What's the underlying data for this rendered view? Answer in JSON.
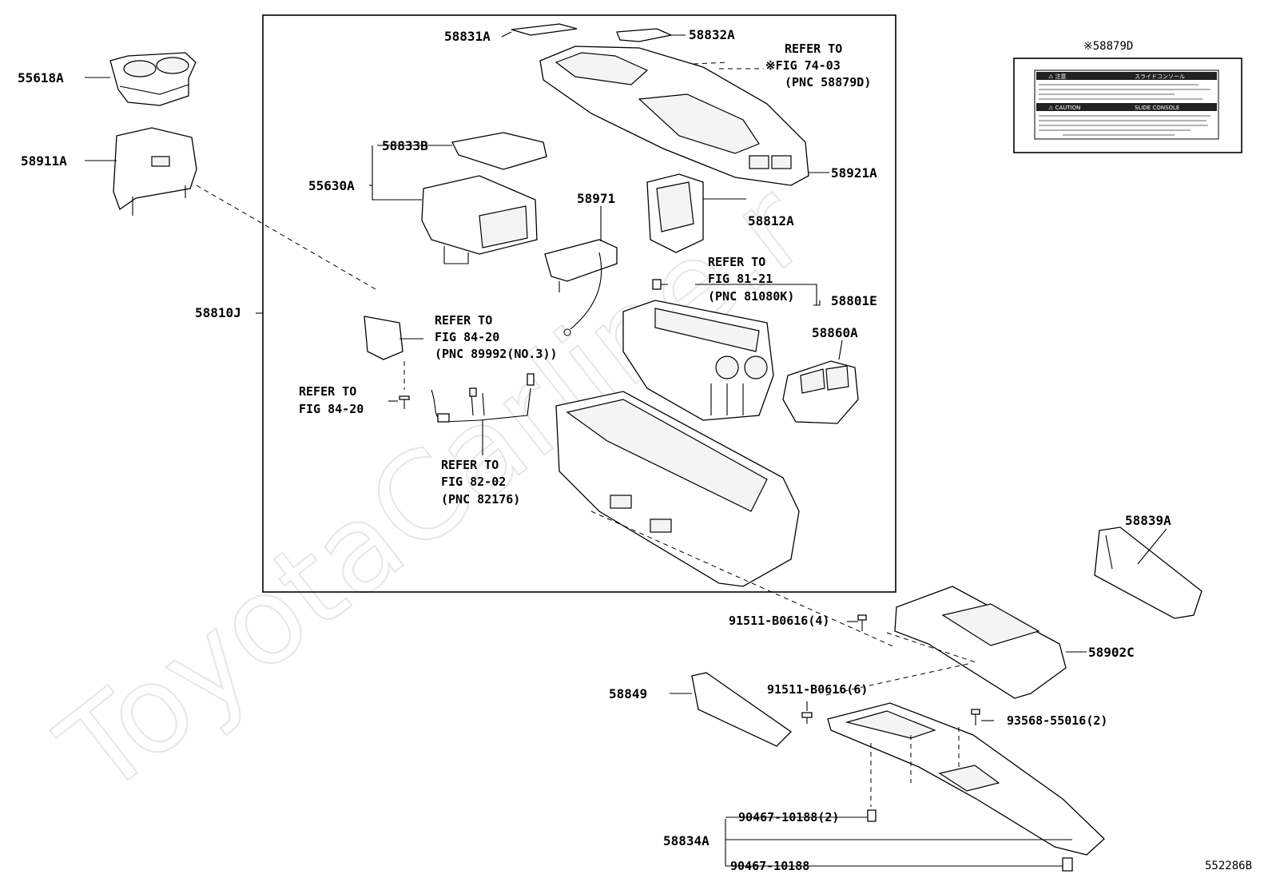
{
  "watermark": "ToyotaCarline.r",
  "figure_id": "552286B",
  "label_box": {
    "title": "※58879D",
    "rows": [
      [
        "⚠ 注意",
        "スライドコンソール"
      ],
      [
        "⚠ CAUTION",
        "SLIDE CONSOLE"
      ]
    ]
  },
  "labels": {
    "p55618A": "55618A",
    "p58911A": "58911A",
    "p58831A": "58831A",
    "p58832A": "58832A",
    "p58833B": "58833B",
    "p55630A": "55630A",
    "p58921A": "58921A",
    "p58971": "58971",
    "p58812A": "58812A",
    "p58810J": "58810J",
    "p58801E": "58801E",
    "p58860A": "58860A",
    "p58839A": "58839A",
    "p58902C": "58902C",
    "p58849": "58849",
    "p58834A": "58834A",
    "b91511a": "91511-B0616(4)",
    "b91511b": "91511-B0616(6)",
    "b93568": "93568-55016(2)",
    "b90467a": "90467-10188(2)",
    "b90467b": "90467-10188"
  },
  "refs": {
    "r7403": [
      "REFER TO",
      "※FIG 74-03",
      "(PNC 58879D)"
    ],
    "r8121": [
      "REFER TO",
      "FIG 81-21",
      "(PNC 81080K)"
    ],
    "r8420a": [
      "REFER TO",
      "FIG 84-20",
      "(PNC 89992(NO.3))"
    ],
    "r8420b": [
      "REFER TO",
      "FIG 84-20"
    ],
    "r8202": [
      "REFER TO",
      "FIG 82-02",
      "(PNC 82176)"
    ]
  }
}
